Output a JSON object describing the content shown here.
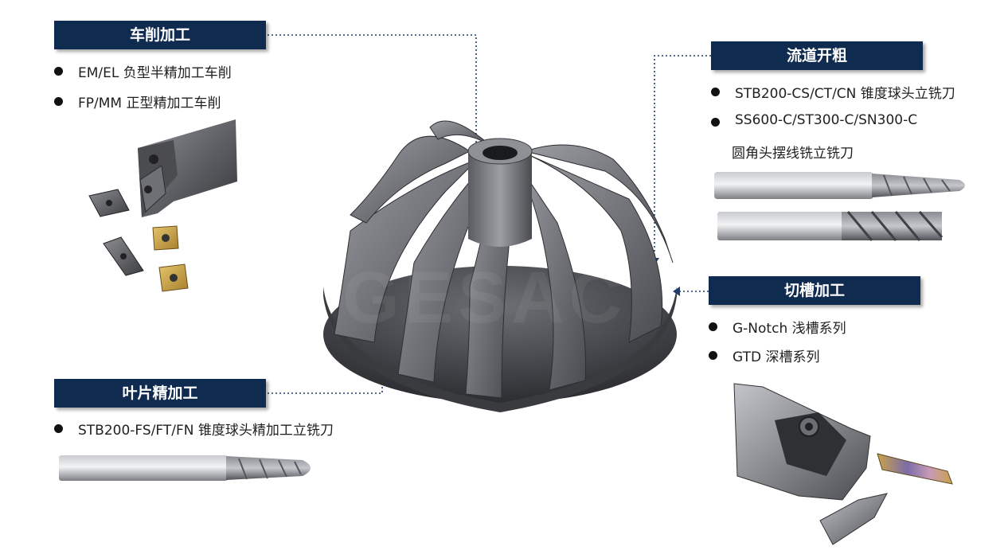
{
  "sections": {
    "turning": {
      "title": "车削加工",
      "items": [
        "EM/EL 负型半精加工车削",
        "FP/MM 正型精加工车削"
      ]
    },
    "channel": {
      "title": "流道开粗",
      "items": [
        "STB200-CS/CT/CN 锥度球头立铣刀",
        "SS600-C/ST300-C/SN300-C"
      ],
      "continuation": "圆角头摆线铣立铣刀"
    },
    "grooving": {
      "title": "切槽加工",
      "items": [
        "G-Notch 浅槽系列",
        "GTD 深槽系列"
      ]
    },
    "blade": {
      "title": "叶片精加工",
      "items": [
        "STB200-FS/FT/FN 锥度球头精加工立铣刀"
      ]
    }
  },
  "watermark": "GESAC",
  "colors": {
    "header_bg": "#0f2b4f",
    "leader_line": "#1d3f6e",
    "insert_gold": "#c9a24a"
  },
  "icons": [
    "impeller-image",
    "turning-tool-image",
    "ball-end-mill-image",
    "grooving-tool-image"
  ]
}
